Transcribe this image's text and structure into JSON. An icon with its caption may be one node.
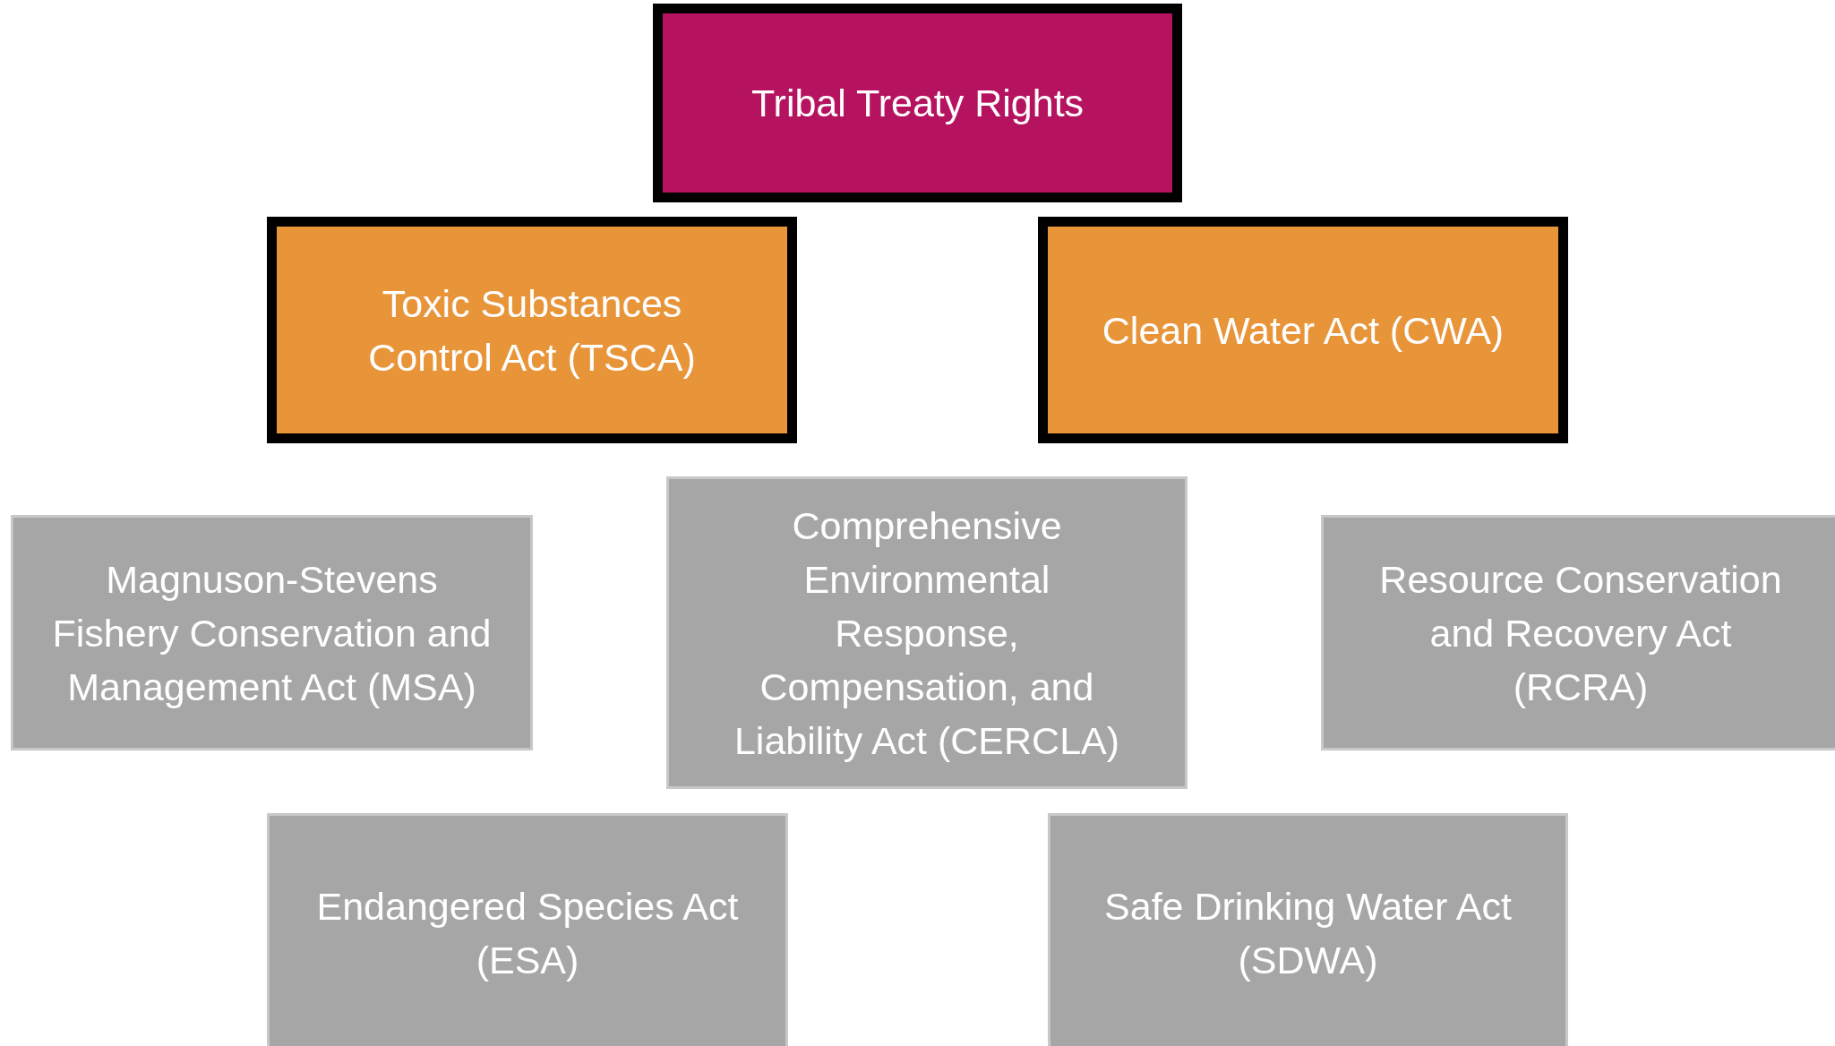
{
  "diagram": {
    "nodes": [
      {
        "text": [
          "Tribal Treaty Rights"
        ]
      },
      {
        "text": [
          "Toxic Substances Control Act (TSCA)"
        ]
      },
      {
        "text": [
          "Clean Water Act (CWA)"
        ]
      },
      {
        "text": [
          "Magnuson-Stevens Fishery Conservation and Management Act (MSA)"
        ]
      },
      {
        "text": [
          "Comprehensive Environmental Response, Compensation, and Liability Act (CERCLA)"
        ]
      },
      {
        "text": [
          "Resource Conservation and Recovery Act (RCRA)"
        ]
      },
      {
        "text": [
          "Endangered Species Act (ESA)"
        ]
      },
      {
        "text": [
          "Safe Drinking Water Act (SDWA)"
        ]
      }
    ]
  }
}
